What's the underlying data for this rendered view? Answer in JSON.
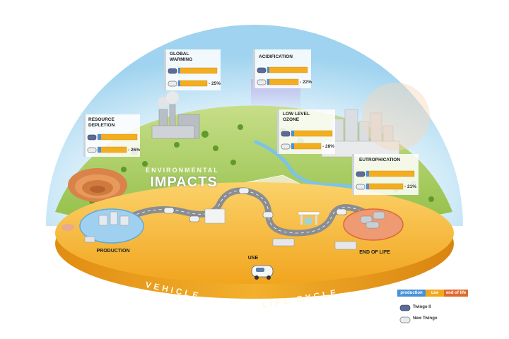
{
  "title": {
    "line1": "ENVIRONMENTAL",
    "line2": "IMPACTS"
  },
  "impacts": [
    {
      "label": "GLOBAL WARMING",
      "label_lines": "GLOBAL\nWARMING",
      "change": "- 25%"
    },
    {
      "label": "ACIDIFICATION",
      "label_lines": "ACIDIFICATION",
      "change": "- 22%"
    },
    {
      "label": "RESOURCE DEPLETION",
      "label_lines": "RESOURCE\nDEPLETION",
      "change": "- 26%"
    },
    {
      "label": "LOW LEVEL OZONE",
      "label_lines": "LOW LEVEL\nOZONE",
      "change": "- 28%"
    },
    {
      "label": "EUTROPHICATION",
      "label_lines": "EUTROPHICATION",
      "change": "- 21%"
    }
  ],
  "stages": {
    "production": "PRODUCTION",
    "use": "USE",
    "end_of_life": "END OF LIFE"
  },
  "rim_text": {
    "left": "VEHICLE",
    "right": "LIFE CYCLE"
  },
  "legend": {
    "segments": [
      "production",
      "use",
      "end of life"
    ],
    "items": [
      "Twingo II",
      "New Twingo"
    ]
  },
  "colors": {
    "production": "#4a90d9",
    "use": "#f0a81c",
    "end_of_life": "#e06a2c",
    "platform": "#f4b33c",
    "sky": "#cfe9f7",
    "grass": "#a9cd5a"
  }
}
